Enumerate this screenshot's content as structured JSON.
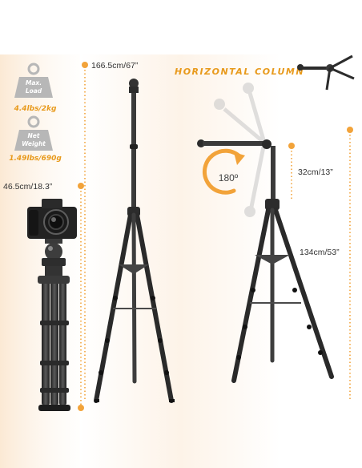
{
  "specs": {
    "max_load": {
      "badge": [
        "Max.",
        "Load"
      ],
      "value": "4.4lbs/2kg"
    },
    "net_weight": {
      "badge": [
        "Net",
        "Weight"
      ],
      "value": "1.49lbs/690g"
    }
  },
  "dimensions": {
    "compact_height": "46.5cm/18.3”",
    "max_height": "166.5cm/67”",
    "column_length": "32cm/13”",
    "horizontal_height": "134cm/53”"
  },
  "feature": {
    "title": "HORIZONTAL COLUMN",
    "rotation": "180º"
  },
  "colors": {
    "accent": "#f2a33a",
    "tripod_dark": "#2c2c2c",
    "ghost": "#c8c8c8",
    "left_panel_bg": "#fdf1e3"
  }
}
